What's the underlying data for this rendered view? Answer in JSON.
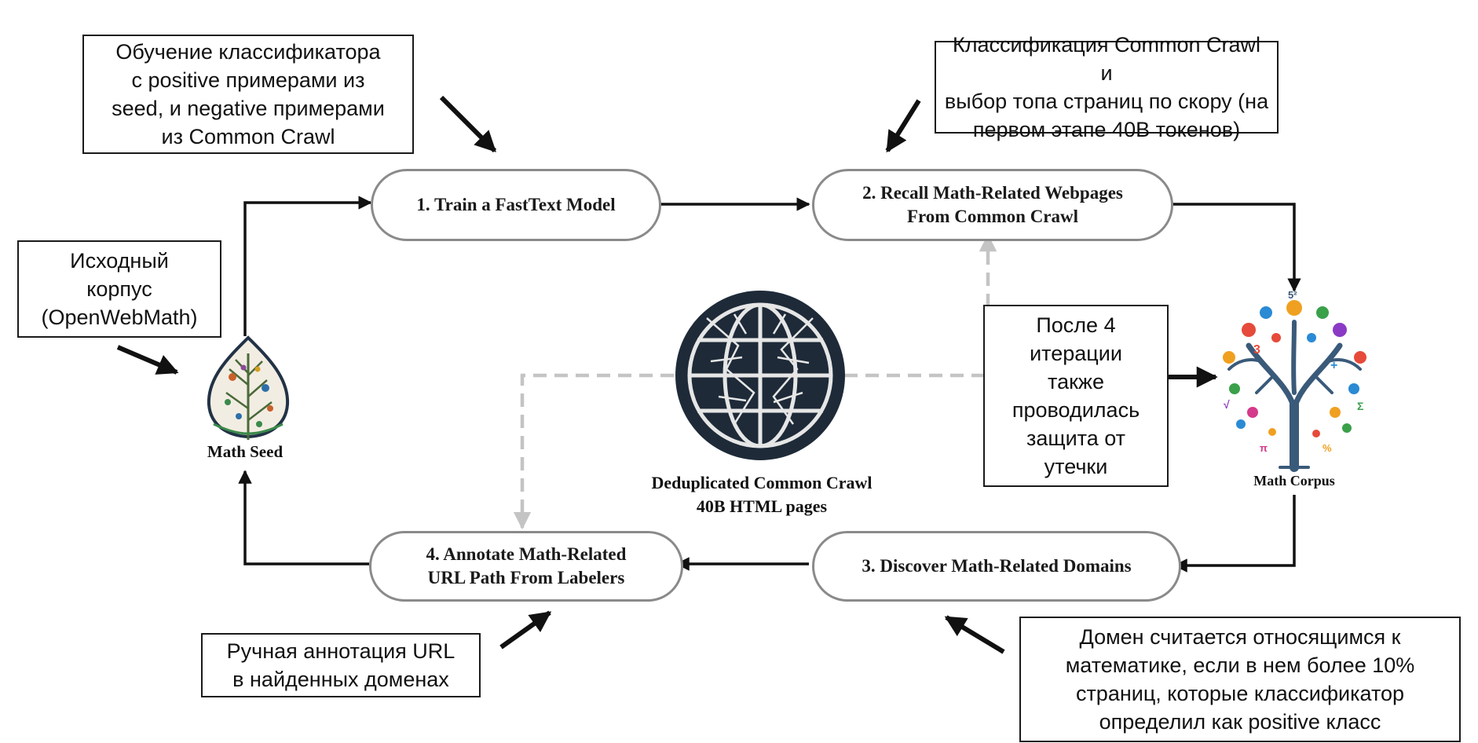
{
  "notes": {
    "train_note": "Обучение классификатора\nс positive примерами из\nseed, и negative примерами\nиз Common Crawl",
    "classify_note": "Классификация Common Crawl и\nвыбор топа страниц по скору (на\nпервом этапе 40B токенов)",
    "seed_note": "Исходный\nкорпус\n(OpenWebMath)",
    "leakage_note": "После 4\nитерации\nтакже\nпроводилась\nзащита от\nутечки",
    "annotate_note": "Ручная аннотация URL\nв найденных доменах",
    "domain_note": "Домен считается относящимся к\nматематике, если в нем более 10%\nстраниц, которые классификатор\nопределил как positive класс"
  },
  "steps": {
    "step1": "1. Train a FastText Model",
    "step2": "2. Recall Math-Related Webpages\nFrom Common Crawl",
    "step3": "3. Discover Math-Related Domains",
    "step4": "4. Annotate Math-Related\nURL Path From Labelers"
  },
  "labels": {
    "math_seed": "Math Seed",
    "math_corpus": "Math Corpus",
    "common_crawl": "Deduplicated Common Crawl\n40B HTML pages"
  },
  "icons": {
    "seed": "leaf-tree-icon",
    "globe": "globe-icon",
    "corpus": "math-tree-icon"
  },
  "colors": {
    "flow_arrow": "#111111",
    "dashed_arrow": "#bdbdbd",
    "pill_border": "#8a8a8a",
    "globe_fill": "#1e2a38"
  }
}
